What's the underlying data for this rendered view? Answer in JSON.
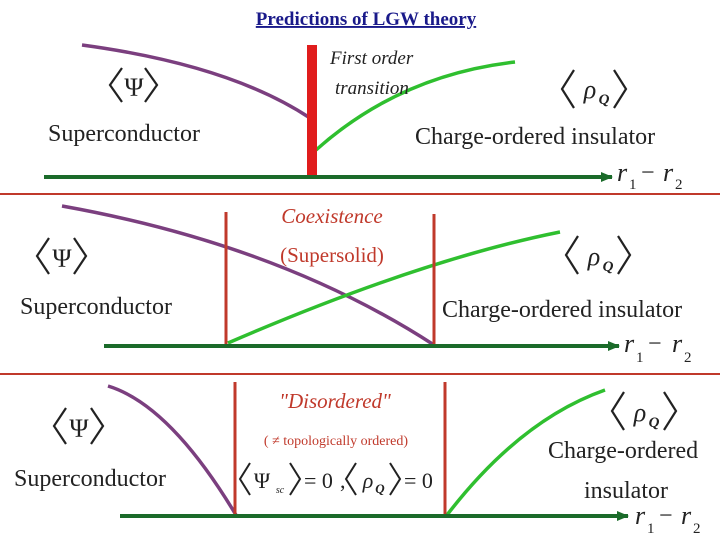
{
  "title": "Predictions of LGW theory",
  "colors": {
    "order_curve": "#7b3f7f",
    "rho_curve": "#2fbf2f",
    "transition_line": "#e01d1d",
    "axis": "#1b6b2a",
    "divider": "#c0392b",
    "label_red": "#c0392b",
    "text": "#222222"
  },
  "symbols": {
    "psi": "Ψ",
    "rho": "ρ",
    "rho_sub": "Q",
    "axis_r1": "r",
    "axis_r1_sub": "1",
    "axis_minus": "−",
    "axis_r2": "r",
    "axis_r2_sub": "2"
  },
  "panel1": {
    "left_label": "Superconductor",
    "right_label": "Charge-ordered insulator",
    "middle_line1": "First order",
    "middle_line2": "transition"
  },
  "panel2": {
    "left_label": "Superconductor",
    "right_label": "Charge-ordered insulator",
    "middle_line1": "Coexistence",
    "middle_line2": "(Supersolid)"
  },
  "panel3": {
    "left_label": "Superconductor",
    "right_label_line1": "Charge-ordered",
    "right_label_line2": "insulator",
    "middle_line1": "\"Disordered\"",
    "middle_line2": "( ≠ topologically ordered)",
    "psi_sub": "sc",
    "eq_zero": "= 0",
    "comma": ","
  }
}
